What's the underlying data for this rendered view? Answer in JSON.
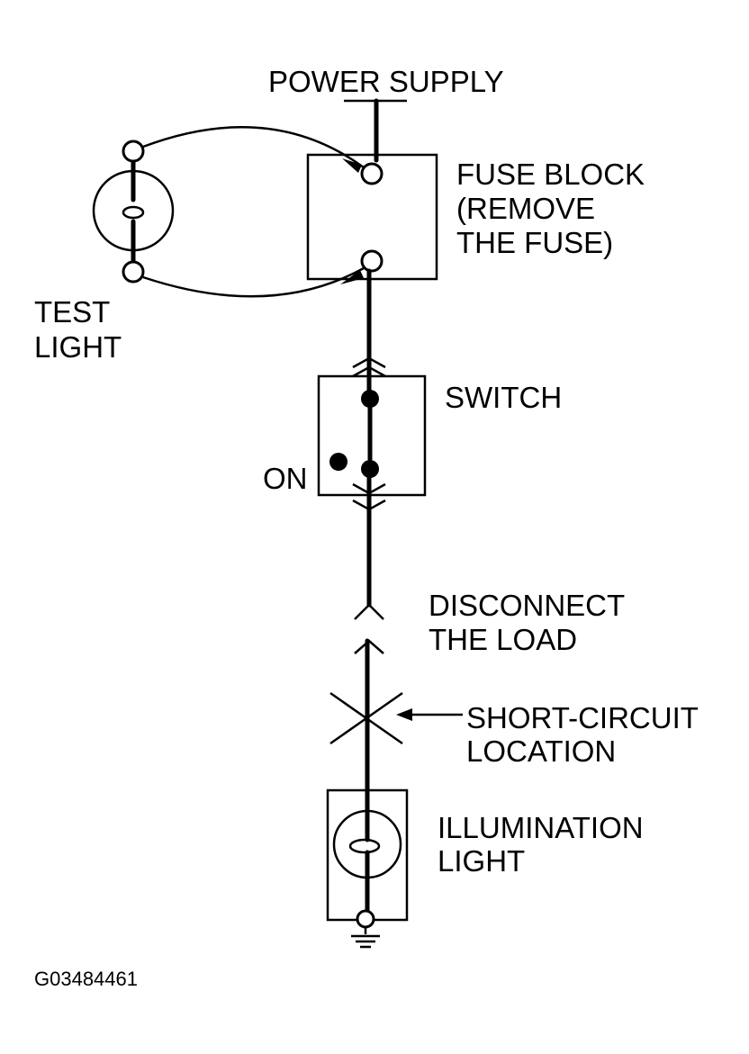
{
  "labels": {
    "power_supply": "POWER SUPPLY",
    "fuse_block_line1": "FUSE BLOCK",
    "fuse_block_line2": "(REMOVE",
    "fuse_block_line3": "THE FUSE)",
    "test_light_line1": "TEST",
    "test_light_line2": "LIGHT",
    "switch": "SWITCH",
    "switch_on": "ON",
    "disconnect_line1": "DISCONNECT",
    "disconnect_line2": "THE LOAD",
    "short_line1": "SHORT-CIRCUIT",
    "short_line2": "LOCATION",
    "illumination_line1": "ILLUMINATION",
    "illumination_line2": "LIGHT",
    "figure_id": "G03484461"
  },
  "colors": {
    "ink": "#000000",
    "paper": "#ffffff"
  }
}
